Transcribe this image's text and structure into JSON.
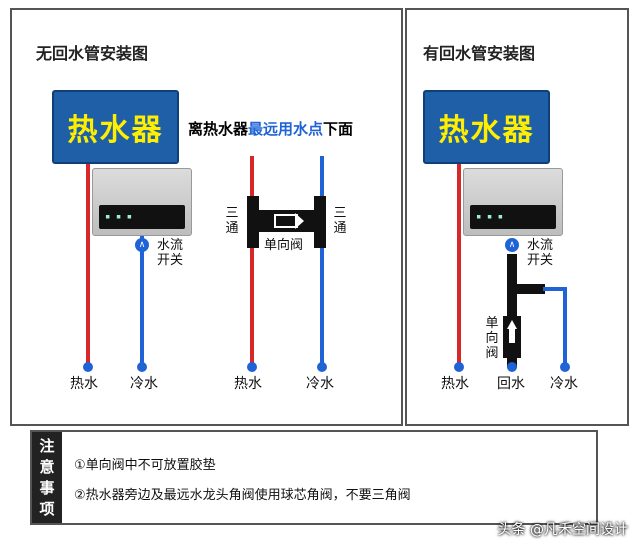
{
  "left": {
    "title": "无回水管安装图",
    "heater_label": "热水器",
    "headline_prefix": "离热水器",
    "headline_highlight": "最远用水点",
    "headline_suffix": "下面",
    "flow_switch_label": "水流开关",
    "tee_left_label": "三通",
    "tee_right_label": "三通",
    "check_valve_label": "单向阀",
    "unit_hot_label": "热水",
    "unit_cold_label": "冷水",
    "end_hot_label": "热水",
    "end_cold_label": "冷水"
  },
  "right": {
    "title": "有回水管安装图",
    "heater_label": "热水器",
    "flow_switch_label": "水流开关",
    "check_valve_label": "单向阀",
    "hot_label": "热水",
    "return_label": "回水",
    "cold_label": "冷水"
  },
  "notes": {
    "tag": "注意事项",
    "items": [
      "①单向阀中不可放置胶垫",
      "②热水器旁边及最远水龙头角阀使用球芯角阀，不要三角阀"
    ]
  },
  "watermark": "头条 @凡禾空间设计",
  "colors": {
    "hot_pipe": "#d62828",
    "cold_pipe": "#1f63d6",
    "heater_bg": "#1e5fa8",
    "heater_text": "#ffee00",
    "highlight_text": "#1f63d6"
  },
  "icons": [
    "flow-switch-icon",
    "check-valve-arrow-icon"
  ]
}
